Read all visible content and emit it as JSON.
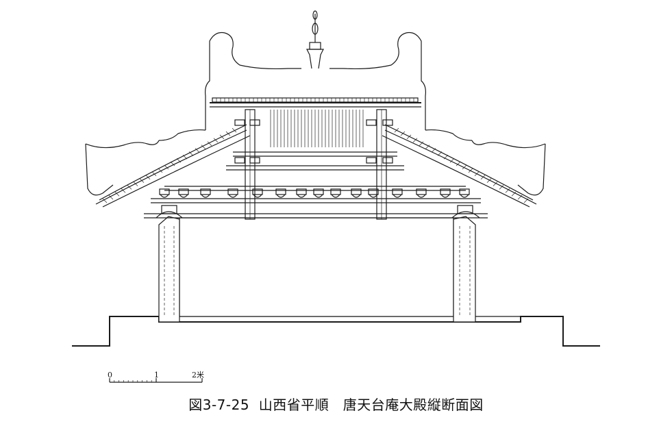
{
  "figure": {
    "number": "図3-7-25",
    "title": "山西省平順　唐天台庵大殿縦断面図"
  },
  "scale_bar": {
    "label_0": "0",
    "label_1": "1",
    "label_2": "2米"
  },
  "colors": {
    "ink": "#1a1a1a",
    "paper": "#ffffff"
  }
}
